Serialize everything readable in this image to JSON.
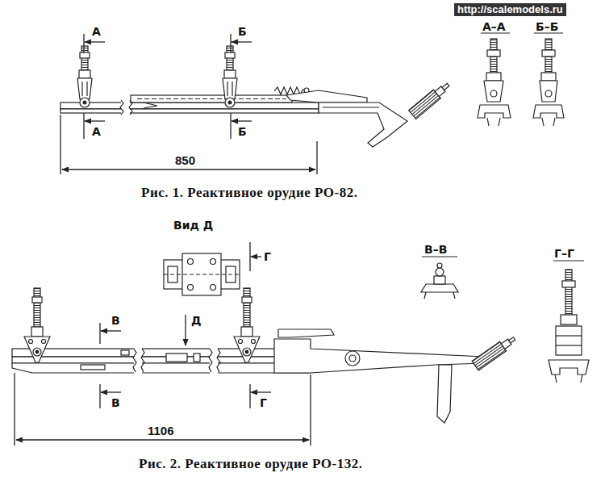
{
  "diagram": {
    "labels": [
      "http://scalemodels.ru",
      "А",
      "А",
      "Б",
      "Б",
      "850",
      "А–А",
      "Б–Б",
      "Рис. 1. Реактивное орудие РО-82.",
      "Вид Д",
      "Г",
      "Д",
      "В",
      "В",
      "Г",
      "1106",
      "В–В",
      "Г–Г",
      "Рис. 2. Реактивное орудие РО-132."
    ]
  }
}
